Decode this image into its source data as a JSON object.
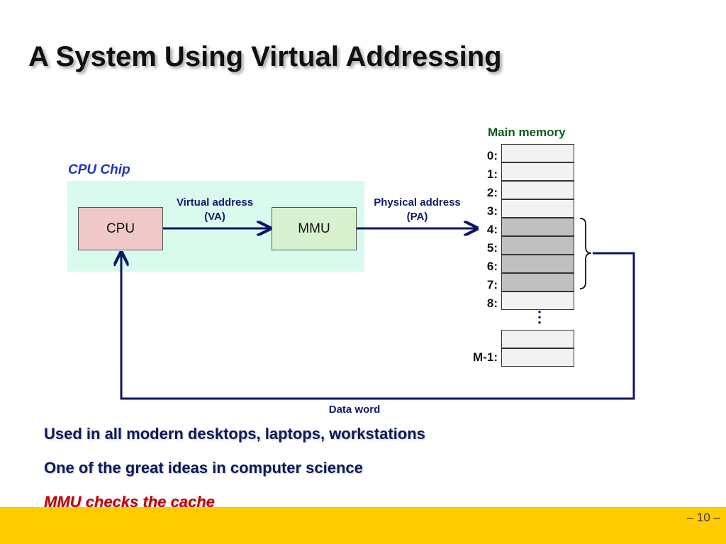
{
  "slide": {
    "title": "A System Using Virtual Addressing",
    "page": "– 10 –"
  },
  "diagram": {
    "chip_label": "CPU Chip",
    "cpu_label": "CPU",
    "mmu_label": "MMU",
    "va_label_line1": "Virtual address",
    "va_label_line2": "(VA)",
    "pa_label_line1": "Physical address",
    "pa_label_line2": "(PA)",
    "data_word_label": "Data word",
    "memory_title": "Main memory",
    "memory_rows": [
      "0:",
      "1:",
      "2:",
      "3:",
      "4:",
      "5:",
      "6:",
      "7:",
      "8:"
    ],
    "highlighted_rows": [
      4,
      5,
      6,
      7
    ],
    "ellipsis": "⋮",
    "last_row_label": "M-1:"
  },
  "bullets": [
    "Used in all modern desktops, laptops, workstations",
    "One of the great ideas in computer science",
    "MMU checks the cache"
  ],
  "colors": {
    "arrow": "#0f1566",
    "chip_bg": "#d9fbee",
    "cpu_bg": "#f0c8c8",
    "mmu_bg": "#d8f2d0",
    "footer": "#ffcc00",
    "emphasis": "#c00000"
  }
}
